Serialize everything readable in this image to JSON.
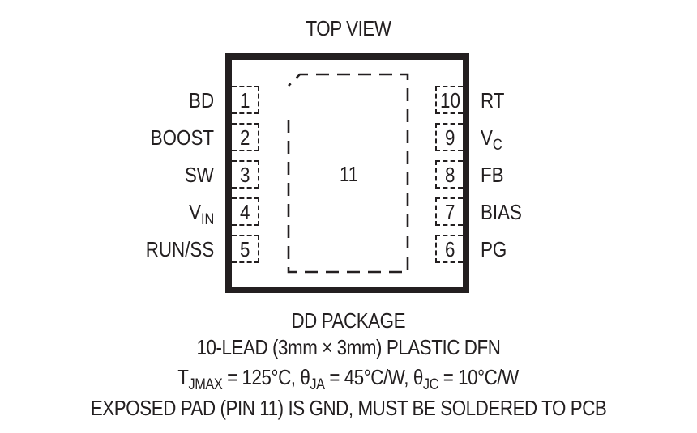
{
  "diagram": {
    "title": "TOP VIEW",
    "package_outline": {
      "stroke_color": "#231f20"
    },
    "exposed_pad": {
      "pin": "11"
    },
    "left_pins": [
      {
        "number": "1",
        "name": "BD",
        "sub": ""
      },
      {
        "number": "2",
        "name": "BOOST",
        "sub": ""
      },
      {
        "number": "3",
        "name": "SW",
        "sub": ""
      },
      {
        "number": "4",
        "name": "V",
        "sub": "IN"
      },
      {
        "number": "5",
        "name": "RUN/SS",
        "sub": ""
      }
    ],
    "right_pins": [
      {
        "number": "10",
        "name": "RT",
        "sub": ""
      },
      {
        "number": "9",
        "name": "V",
        "sub": "C"
      },
      {
        "number": "8",
        "name": "FB",
        "sub": ""
      },
      {
        "number": "7",
        "name": "BIAS",
        "sub": ""
      },
      {
        "number": "6",
        "name": "PG",
        "sub": ""
      }
    ],
    "caption": {
      "line1": "DD PACKAGE",
      "line2": "10-LEAD (3mm × 3mm) PLASTIC DFN",
      "line3": {
        "t": "T",
        "t_sub": "JMAX",
        "t_val": " = 125°C, ",
        "theta_ja": "θ",
        "theta_ja_sub": "JA",
        "theta_ja_val": " = 45°C/W, ",
        "theta_jc": "θ",
        "theta_jc_sub": "JC",
        "theta_jc_val": " = 10°C/W"
      },
      "line4": "EXPOSED PAD (PIN 11) IS GND, MUST BE SOLDERED TO PCB"
    }
  }
}
